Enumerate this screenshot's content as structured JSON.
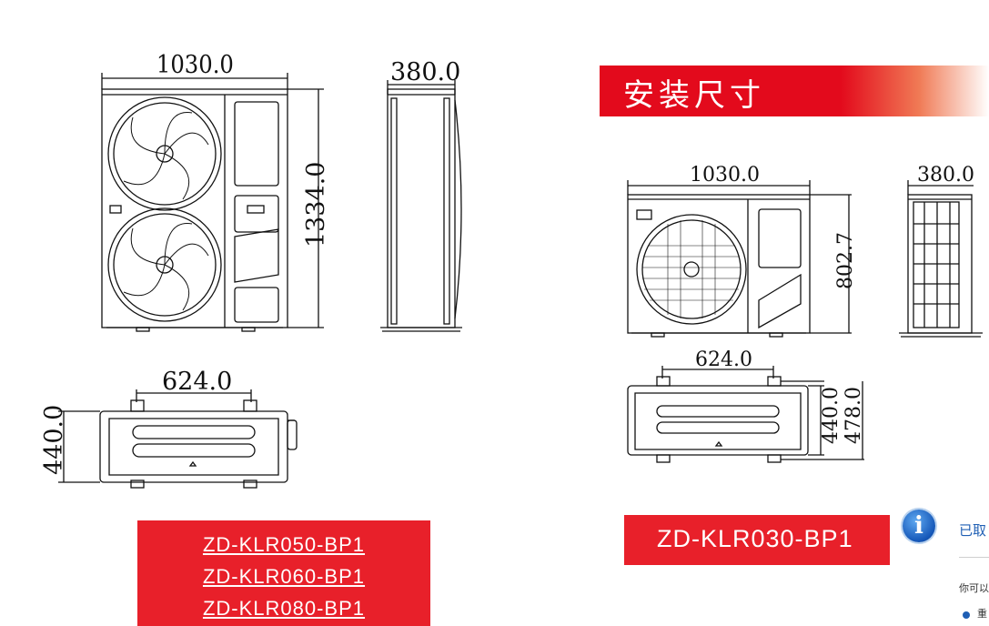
{
  "section_title": "安装尺寸",
  "left_unit": {
    "front_width": "1030.0",
    "height": "1334.0",
    "side_depth": "380.0",
    "base_width": "624.0",
    "base_depth": "440.0"
  },
  "right_unit": {
    "front_width": "1030.0",
    "height": "802.7",
    "side_depth": "380.0",
    "base_width": "624.0",
    "base_depth_inner": "440.0",
    "base_depth_outer": "478.0"
  },
  "models_left": [
    "ZD-KLR050-BP1",
    "ZD-KLR060-BP1",
    "ZD-KLR080-BP1"
  ],
  "model_right": "ZD-KLR030-BP1",
  "notice": {
    "icon": "info-icon",
    "title": "已取",
    "text": "你可以",
    "bullet": "重"
  },
  "colors": {
    "accent_red": "#e8202a",
    "banner_red": "#e30a1c",
    "link_blue": "#1f5fb4"
  }
}
